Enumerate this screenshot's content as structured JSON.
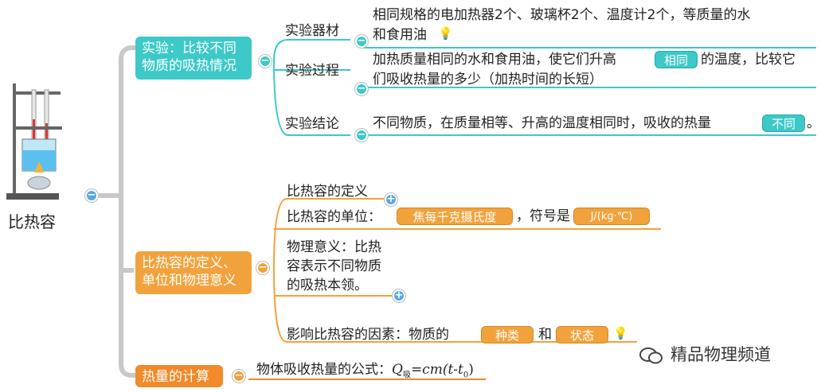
{
  "root": {
    "label": "比热容"
  },
  "branch1": {
    "title_l1": "实验：比较不同",
    "title_l2": "物质的吸热情况",
    "materials": {
      "label": "实验器材",
      "text_l1": "相同规格的电加热器2个、玻璃杯2个、温度计2个，等质量的水",
      "text_l2": "和食用油"
    },
    "process": {
      "label": "实验过程",
      "text_l1_a": "加热质量相同的水和食用油，使它们升高",
      "answer": "相同",
      "text_l1_b": "的温度，比较它",
      "text_l2": "们吸收热量的多少（加热时间的长短）"
    },
    "conclusion": {
      "label": "实验结论",
      "text_a": "不同物质，在质量相等、升高的温度相同时，吸收的热量",
      "answer": "不同",
      "text_b": "。"
    }
  },
  "branch2": {
    "title_l1": "比热容的定义、",
    "title_l2": "单位和物理意义",
    "definition": {
      "label": "比热容的定义"
    },
    "unit": {
      "label": "比热容的单位：",
      "answer": "焦每千克摄氏度",
      "symbol_label": "，符号是",
      "symbol": "J/(kg·℃)"
    },
    "meaning": {
      "l1": "物理意义：比热",
      "l2": "容表示不同物质",
      "l3": "的吸热本领。"
    },
    "factors": {
      "label": "影响比热容的因素：物质的",
      "answer1": "种类",
      "and": "和",
      "answer2": "状态"
    }
  },
  "branch3": {
    "title": "热量的计算",
    "formula_label": "物体吸收热量的公式：",
    "formula_q": "Q",
    "formula_sub": "吸",
    "formula_eq": "=cm(t-t",
    "formula_sub0": "0",
    "formula_end": ")"
  },
  "watermark": {
    "text": "精品物理频道"
  },
  "colors": {
    "teal": "#3cc9c7",
    "orange": "#f2a23c",
    "deep_orange": "#f08a2a",
    "gray": "#c8c8c8",
    "blue": "#5aa6e8"
  }
}
